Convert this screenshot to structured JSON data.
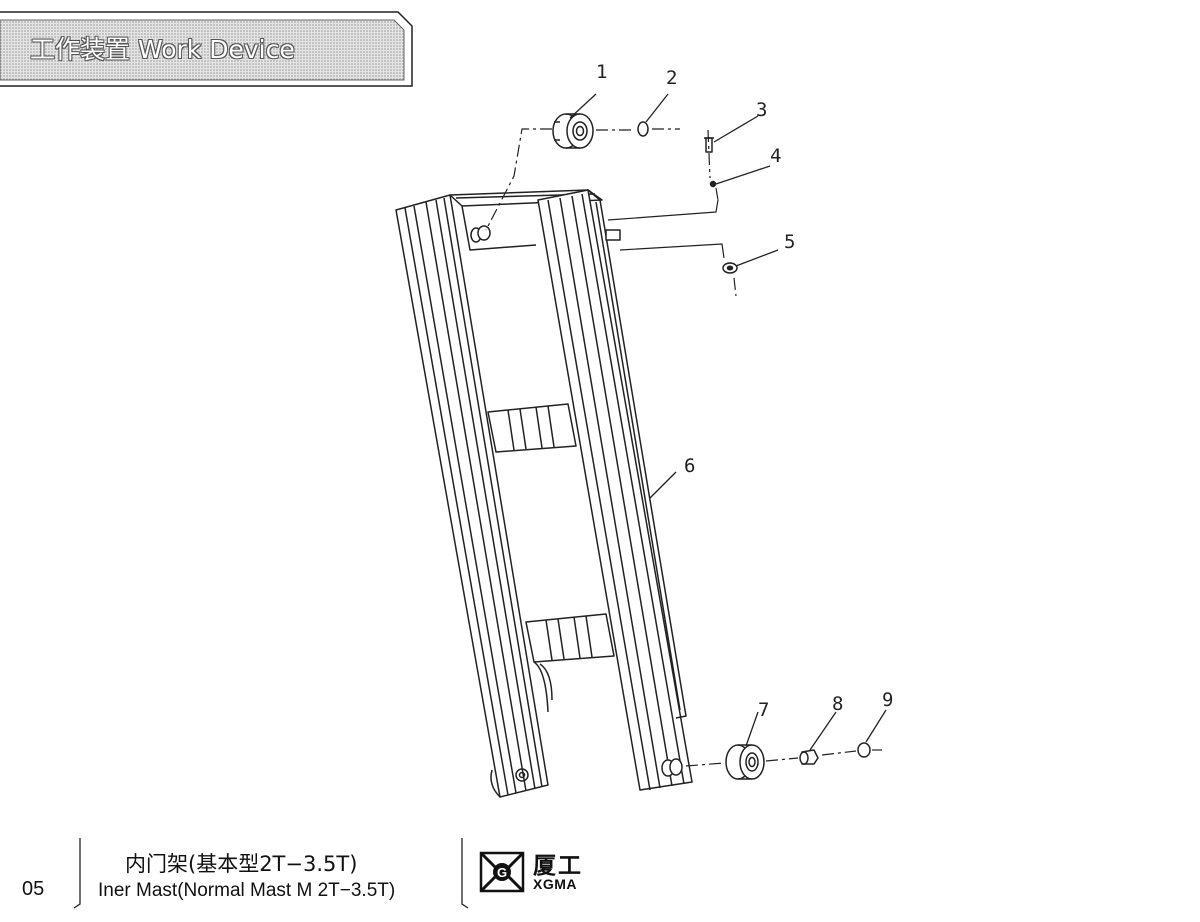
{
  "header": {
    "title": "工作装置 Work Device"
  },
  "callouts": [
    {
      "id": "c1",
      "label": "1"
    },
    {
      "id": "c2",
      "label": "2"
    },
    {
      "id": "c3",
      "label": "3"
    },
    {
      "id": "c4",
      "label": "4"
    },
    {
      "id": "c5",
      "label": "5"
    },
    {
      "id": "c6",
      "label": "6"
    },
    {
      "id": "c7",
      "label": "7"
    },
    {
      "id": "c8",
      "label": "8"
    },
    {
      "id": "c9",
      "label": "9"
    }
  ],
  "footer": {
    "page_number": "05",
    "caption_cn": "内门架(基本型2T−3.5T)",
    "caption_en": "Iner Mast(Normal Mast M 2T−3.5T)",
    "logo_cn": "厦工",
    "logo_en": "XGMA"
  },
  "colors": {
    "line": "#222222",
    "header_fill": "#d9d9d9"
  }
}
